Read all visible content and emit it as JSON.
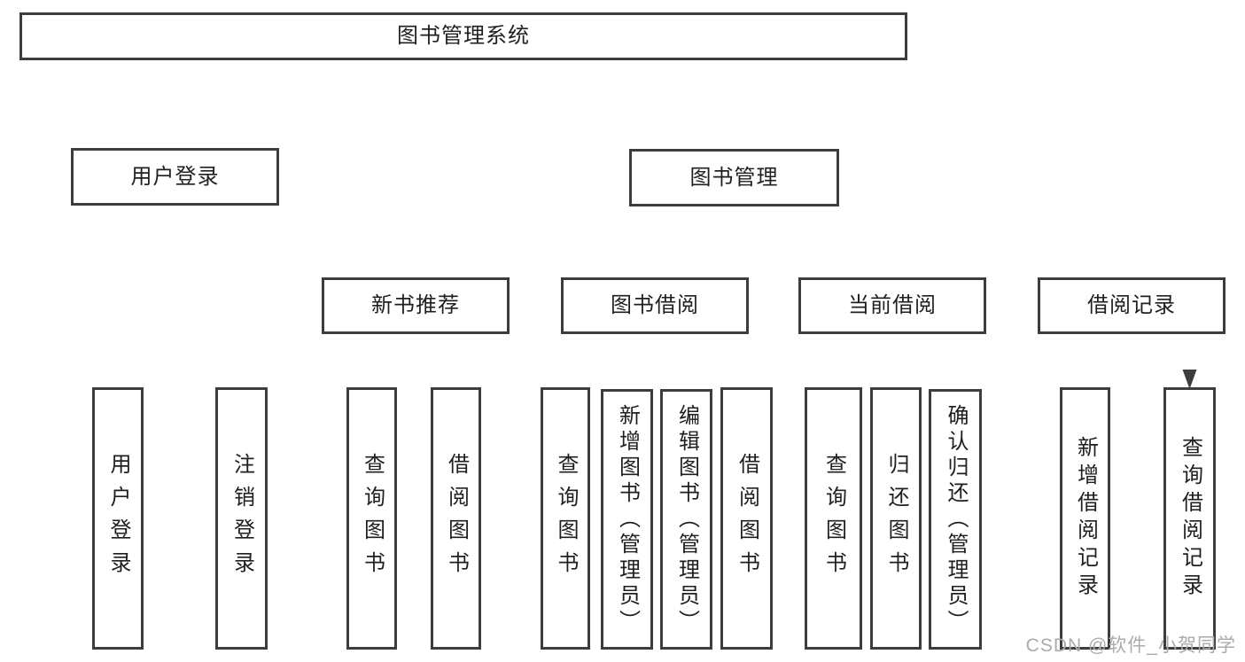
{
  "colors": {
    "line": "#3d3d3d",
    "text": "#1f1f1f",
    "watermark": "#ababab",
    "background": "#ffffff"
  },
  "watermark": {
    "text": "CSDN @软件_小贺同学"
  },
  "tree": {
    "id": "root",
    "label": "图书管理系统",
    "children": [
      {
        "id": "login",
        "label": "用户登录",
        "children": [
          {
            "id": "user-login",
            "label": "用户登录"
          },
          {
            "id": "logout",
            "label": "注销登录"
          }
        ]
      },
      {
        "id": "mgmt",
        "label": "图书管理",
        "children": [
          {
            "id": "new-books",
            "label": "新书推荐",
            "children": [
              {
                "id": "query-books-1",
                "label": "查询图书"
              },
              {
                "id": "borrow-books-1",
                "label": "借阅图书"
              }
            ]
          },
          {
            "id": "book-borrow",
            "label": "图书借阅",
            "children": [
              {
                "id": "query-books-2",
                "label": "查询图书"
              },
              {
                "id": "add-book",
                "label": "新增图书（管理员）"
              },
              {
                "id": "edit-book",
                "label": "编辑图书（管理员）"
              },
              {
                "id": "borrow-books-2",
                "label": "借阅图书"
              }
            ]
          },
          {
            "id": "current-borrow",
            "label": "当前借阅",
            "children": [
              {
                "id": "query-books-3",
                "label": "查询图书"
              },
              {
                "id": "return-book",
                "label": "归还图书"
              },
              {
                "id": "confirm-return",
                "label": "确认归还（管理员）"
              }
            ]
          },
          {
            "id": "borrow-records",
            "label": "借阅记录",
            "children": [
              {
                "id": "add-borrow-record",
                "label": "新增借阅记录"
              },
              {
                "id": "query-borrow-record",
                "label": "查询借阅记录"
              }
            ]
          }
        ]
      }
    ]
  }
}
